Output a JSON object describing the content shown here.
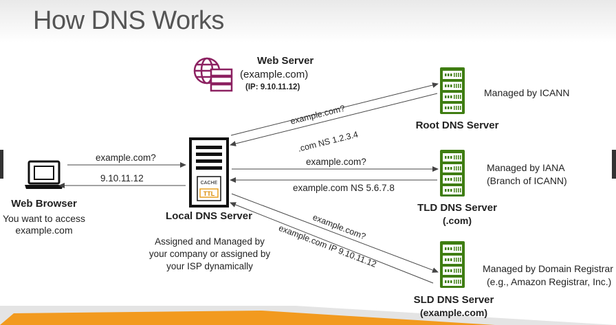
{
  "title": "How DNS Works",
  "colors": {
    "server_green": "#3f7d12",
    "web_purple": "#8c2161",
    "arrow": "#444444",
    "accent_orange": "#f29a1f"
  },
  "web_server": {
    "name": "Web Server",
    "domain": "(example.com)",
    "ip": "(IP: 9.10.11.12)",
    "icon": "web-server-icon"
  },
  "browser": {
    "name": "Web Browser",
    "desc_line1": "You want to access",
    "desc_line2": "example.com",
    "icon": "laptop-icon"
  },
  "local_dns": {
    "name": "Local DNS Server",
    "cache_label": "CACHE",
    "ttl_label": "TTL",
    "desc_line1": "Assigned and Managed by",
    "desc_line2": "your company or assigned by",
    "desc_line3": "your ISP dynamically"
  },
  "root_dns": {
    "name": "Root DNS Server",
    "managed": "Managed by ICANN"
  },
  "tld_dns": {
    "name": "TLD DNS Server",
    "sub": "(.com)",
    "managed_line1": "Managed by IANA",
    "managed_line2": "(Branch of ICANN)"
  },
  "sld_dns": {
    "name": "SLD DNS Server",
    "sub": "(example.com)",
    "managed_line1": "Managed by Domain Registrar",
    "managed_line2": "(e.g., Amazon Registrar, Inc.)"
  },
  "arrows": {
    "browser_query": "example.com?",
    "browser_answer": "9.10.11.12",
    "root_query": "example.com?",
    "root_answer": ".com NS 1.2.3.4",
    "tld_query": "example.com?",
    "tld_answer": "example.com NS 5.6.7.8",
    "sld_query": "example.com?",
    "sld_answer": "example.com IP 9.10.11.12"
  }
}
